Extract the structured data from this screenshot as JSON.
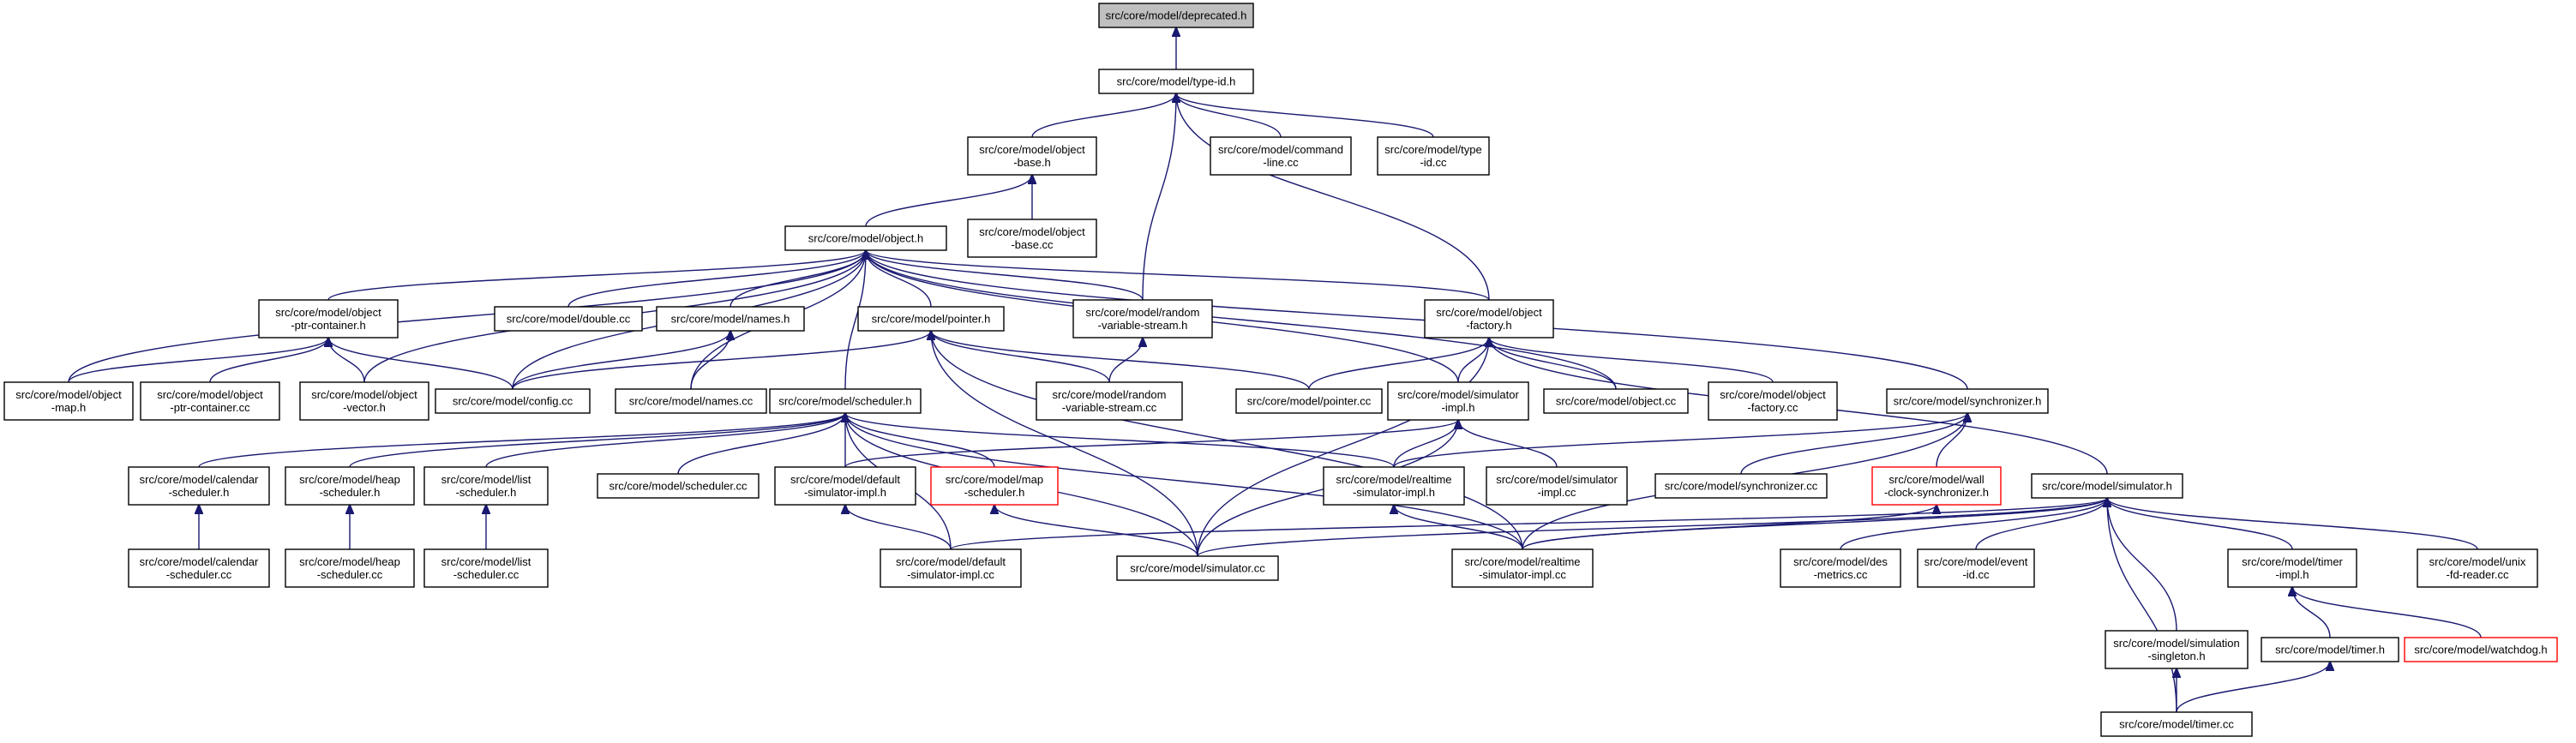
{
  "diagram": {
    "nodes": [
      {
        "id": "deprecated_h",
        "lines": [
          "src/core/model/deprecated.h"
        ]
      },
      {
        "id": "type_id_h",
        "lines": [
          "src/core/model/type-id.h"
        ]
      },
      {
        "id": "object_base_h",
        "lines": [
          "src/core/model/object",
          "-base.h"
        ]
      },
      {
        "id": "command_line_cc",
        "lines": [
          "src/core/model/command",
          "-line.cc"
        ]
      },
      {
        "id": "type_id_cc",
        "lines": [
          "src/core/model/type",
          "-id.cc"
        ]
      },
      {
        "id": "object_base_cc",
        "lines": [
          "src/core/model/object",
          "-base.cc"
        ]
      },
      {
        "id": "object_h",
        "lines": [
          "src/core/model/object.h"
        ]
      },
      {
        "id": "object_ptr_container_h",
        "lines": [
          "src/core/model/object",
          "-ptr-container.h"
        ]
      },
      {
        "id": "double_cc",
        "lines": [
          "src/core/model/double.cc"
        ]
      },
      {
        "id": "names_h",
        "lines": [
          "src/core/model/names.h"
        ]
      },
      {
        "id": "pointer_h",
        "lines": [
          "src/core/model/pointer.h"
        ]
      },
      {
        "id": "random_variable_stream_h",
        "lines": [
          "src/core/model/random",
          "-variable-stream.h"
        ]
      },
      {
        "id": "object_factory_h",
        "lines": [
          "src/core/model/object",
          "-factory.h"
        ]
      },
      {
        "id": "object_map_h",
        "lines": [
          "src/core/model/object",
          "-map.h"
        ]
      },
      {
        "id": "object_ptr_container_cc",
        "lines": [
          "src/core/model/object",
          "-ptr-container.cc"
        ]
      },
      {
        "id": "object_vector_h",
        "lines": [
          "src/core/model/object",
          "-vector.h"
        ]
      },
      {
        "id": "config_cc",
        "lines": [
          "src/core/model/config.cc"
        ]
      },
      {
        "id": "names_cc",
        "lines": [
          "src/core/model/names.cc"
        ]
      },
      {
        "id": "random_variable_stream_cc",
        "lines": [
          "src/core/model/random",
          "-variable-stream.cc"
        ]
      },
      {
        "id": "pointer_cc",
        "lines": [
          "src/core/model/pointer.cc"
        ]
      },
      {
        "id": "simulator_impl_h",
        "lines": [
          "src/core/model/simulator",
          "-impl.h"
        ]
      },
      {
        "id": "object_cc",
        "lines": [
          "src/core/model/object.cc"
        ]
      },
      {
        "id": "object_factory_cc",
        "lines": [
          "src/core/model/object",
          "-factory.cc"
        ]
      },
      {
        "id": "synchronizer_h",
        "lines": [
          "src/core/model/synchronizer.h"
        ]
      },
      {
        "id": "scheduler_h",
        "lines": [
          "src/core/model/scheduler.h"
        ]
      },
      {
        "id": "calendar_scheduler_h",
        "lines": [
          "src/core/model/calendar",
          "-scheduler.h"
        ]
      },
      {
        "id": "heap_scheduler_h",
        "lines": [
          "src/core/model/heap",
          "-scheduler.h"
        ]
      },
      {
        "id": "list_scheduler_h",
        "lines": [
          "src/core/model/list",
          "-scheduler.h"
        ]
      },
      {
        "id": "scheduler_cc",
        "lines": [
          "src/core/model/scheduler.cc"
        ]
      },
      {
        "id": "default_simulator_impl_h",
        "lines": [
          "src/core/model/default",
          "-simulator-impl.h"
        ]
      },
      {
        "id": "map_scheduler_h",
        "lines": [
          "src/core/model/map",
          "-scheduler.h"
        ],
        "red": true
      },
      {
        "id": "realtime_simulator_impl_h",
        "lines": [
          "src/core/model/realtime",
          "-simulator-impl.h"
        ]
      },
      {
        "id": "simulator_impl_cc",
        "lines": [
          "src/core/model/simulator",
          "-impl.cc"
        ]
      },
      {
        "id": "synchronizer_cc",
        "lines": [
          "src/core/model/synchronizer.cc"
        ]
      },
      {
        "id": "wall_clock_synchronizer_h",
        "lines": [
          "src/core/model/wall",
          "-clock-synchronizer.h"
        ],
        "red": true
      },
      {
        "id": "simulator_h",
        "lines": [
          "src/core/model/simulator.h"
        ]
      },
      {
        "id": "calendar_scheduler_cc",
        "lines": [
          "src/core/model/calendar",
          "-scheduler.cc"
        ]
      },
      {
        "id": "heap_scheduler_cc",
        "lines": [
          "src/core/model/heap",
          "-scheduler.cc"
        ]
      },
      {
        "id": "list_scheduler_cc",
        "lines": [
          "src/core/model/list",
          "-scheduler.cc"
        ]
      },
      {
        "id": "default_simulator_impl_cc",
        "lines": [
          "src/core/model/default",
          "-simulator-impl.cc"
        ]
      },
      {
        "id": "simulator_cc",
        "lines": [
          "src/core/model/simulator.cc"
        ]
      },
      {
        "id": "realtime_simulator_impl_cc",
        "lines": [
          "src/core/model/realtime",
          "-simulator-impl.cc"
        ]
      },
      {
        "id": "des_metrics_cc",
        "lines": [
          "src/core/model/des",
          "-metrics.cc"
        ]
      },
      {
        "id": "event_id_cc",
        "lines": [
          "src/core/model/event",
          "-id.cc"
        ]
      },
      {
        "id": "timer_impl_h",
        "lines": [
          "src/core/model/timer",
          "-impl.h"
        ]
      },
      {
        "id": "unix_fd_reader_cc",
        "lines": [
          "src/core/model/unix",
          "-fd-reader.cc"
        ]
      },
      {
        "id": "watchdog_h",
        "lines": [
          "src/core/model/watchdog.h"
        ],
        "red": true
      },
      {
        "id": "timer_h",
        "lines": [
          "src/core/model/timer.h"
        ]
      },
      {
        "id": "simulation_singleton_h",
        "lines": [
          "src/core/model/simulation",
          "-singleton.h"
        ]
      },
      {
        "id": "timer_cc",
        "lines": [
          "src/core/model/timer.cc"
        ]
      }
    ],
    "edges": [
      [
        "type_id_h",
        "deprecated_h"
      ],
      [
        "object_base_h",
        "type_id_h"
      ],
      [
        "command_line_cc",
        "type_id_h"
      ],
      [
        "type_id_cc",
        "type_id_h"
      ],
      [
        "random_variable_stream_h",
        "type_id_h"
      ],
      [
        "object_factory_h",
        "type_id_h"
      ],
      [
        "object_h",
        "object_base_h"
      ],
      [
        "object_base_cc",
        "object_base_h"
      ],
      [
        "object_ptr_container_h",
        "object_h"
      ],
      [
        "double_cc",
        "object_h"
      ],
      [
        "names_h",
        "object_h"
      ],
      [
        "pointer_h",
        "object_h"
      ],
      [
        "random_variable_stream_h",
        "object_h"
      ],
      [
        "object_factory_h",
        "object_h"
      ],
      [
        "object_map_h",
        "object_h"
      ],
      [
        "object_vector_h",
        "object_h"
      ],
      [
        "config_cc",
        "object_h"
      ],
      [
        "names_cc",
        "object_h"
      ],
      [
        "scheduler_h",
        "object_h"
      ],
      [
        "simulator_impl_h",
        "object_h"
      ],
      [
        "object_cc",
        "object_h"
      ],
      [
        "synchronizer_h",
        "object_h"
      ],
      [
        "object_map_h",
        "object_ptr_container_h"
      ],
      [
        "object_ptr_container_cc",
        "object_ptr_container_h"
      ],
      [
        "object_vector_h",
        "object_ptr_container_h"
      ],
      [
        "config_cc",
        "object_ptr_container_h"
      ],
      [
        "config_cc",
        "names_h"
      ],
      [
        "names_cc",
        "names_h"
      ],
      [
        "config_cc",
        "pointer_h"
      ],
      [
        "random_variable_stream_cc",
        "pointer_h"
      ],
      [
        "pointer_cc",
        "pointer_h"
      ],
      [
        "realtime_simulator_impl_cc",
        "pointer_h"
      ],
      [
        "simulator_cc",
        "pointer_h"
      ],
      [
        "random_variable_stream_cc",
        "random_variable_stream_h"
      ],
      [
        "pointer_cc",
        "object_factory_h"
      ],
      [
        "simulator_impl_h",
        "object_factory_h"
      ],
      [
        "object_cc",
        "object_factory_h"
      ],
      [
        "object_factory_cc",
        "object_factory_h"
      ],
      [
        "simulator_h",
        "object_factory_h"
      ],
      [
        "simulator_cc",
        "object_factory_h"
      ],
      [
        "default_simulator_impl_h",
        "simulator_impl_h"
      ],
      [
        "realtime_simulator_impl_h",
        "simulator_impl_h"
      ],
      [
        "simulator_impl_cc",
        "simulator_impl_h"
      ],
      [
        "simulator_cc",
        "simulator_impl_h"
      ],
      [
        "calendar_scheduler_h",
        "scheduler_h"
      ],
      [
        "heap_scheduler_h",
        "scheduler_h"
      ],
      [
        "list_scheduler_h",
        "scheduler_h"
      ],
      [
        "scheduler_cc",
        "scheduler_h"
      ],
      [
        "default_simulator_impl_h",
        "scheduler_h"
      ],
      [
        "map_scheduler_h",
        "scheduler_h"
      ],
      [
        "realtime_simulator_impl_h",
        "scheduler_h"
      ],
      [
        "default_simulator_impl_cc",
        "scheduler_h"
      ],
      [
        "simulator_cc",
        "scheduler_h"
      ],
      [
        "realtime_simulator_impl_cc",
        "scheduler_h"
      ],
      [
        "calendar_scheduler_cc",
        "calendar_scheduler_h"
      ],
      [
        "heap_scheduler_cc",
        "heap_scheduler_h"
      ],
      [
        "list_scheduler_cc",
        "list_scheduler_h"
      ],
      [
        "default_simulator_impl_cc",
        "default_simulator_impl_h"
      ],
      [
        "simulator_cc",
        "map_scheduler_h"
      ],
      [
        "realtime_simulator_impl_cc",
        "realtime_simulator_impl_h"
      ],
      [
        "synchronizer_cc",
        "synchronizer_h"
      ],
      [
        "wall_clock_synchronizer_h",
        "synchronizer_h"
      ],
      [
        "realtime_simulator_impl_h",
        "synchronizer_h"
      ],
      [
        "realtime_simulator_impl_cc",
        "synchronizer_h"
      ],
      [
        "realtime_simulator_impl_cc",
        "wall_clock_synchronizer_h"
      ],
      [
        "default_simulator_impl_cc",
        "simulator_h"
      ],
      [
        "simulator_cc",
        "simulator_h"
      ],
      [
        "realtime_simulator_impl_cc",
        "simulator_h"
      ],
      [
        "des_metrics_cc",
        "simulator_h"
      ],
      [
        "event_id_cc",
        "simulator_h"
      ],
      [
        "timer_impl_h",
        "simulator_h"
      ],
      [
        "unix_fd_reader_cc",
        "simulator_h"
      ],
      [
        "simulation_singleton_h",
        "simulator_h"
      ],
      [
        "timer_cc",
        "simulator_h"
      ],
      [
        "timer_h",
        "timer_impl_h"
      ],
      [
        "watchdog_h",
        "timer_impl_h"
      ],
      [
        "timer_cc",
        "timer_h"
      ],
      [
        "timer_cc",
        "simulation_singleton_h"
      ]
    ]
  }
}
